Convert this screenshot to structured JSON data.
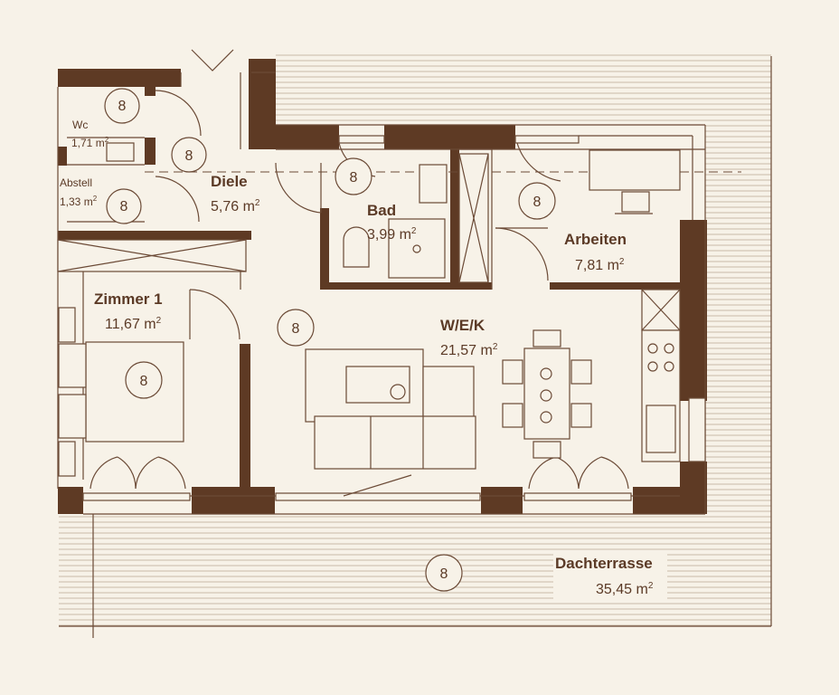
{
  "plan": {
    "rooms": [
      {
        "id": "wc",
        "name": "Wc",
        "area": "1,71 m",
        "sup": "2"
      },
      {
        "id": "abstell",
        "name": "Abstell",
        "area": "1,33 m",
        "sup": "2"
      },
      {
        "id": "diele",
        "name": "Diele",
        "area": "5,76 m",
        "sup": "2"
      },
      {
        "id": "bad",
        "name": "Bad",
        "area": "3,99 m",
        "sup": "2"
      },
      {
        "id": "arbeiten",
        "name": "Arbeiten",
        "area": "7,81 m",
        "sup": "2"
      },
      {
        "id": "zimmer1",
        "name": "Zimmer 1",
        "area": "11,67 m",
        "sup": "2"
      },
      {
        "id": "wek",
        "name": "W/E/K",
        "area": "21,57 m",
        "sup": "2"
      },
      {
        "id": "dachterrasse",
        "name": "Dachterrasse",
        "area": "35,45 m",
        "sup": "2"
      }
    ],
    "marker_label": "8",
    "colors": {
      "background": "#f7f2e8",
      "wall": "#5e3a24",
      "line": "#6b4a36",
      "text": "#5b3a26"
    }
  }
}
